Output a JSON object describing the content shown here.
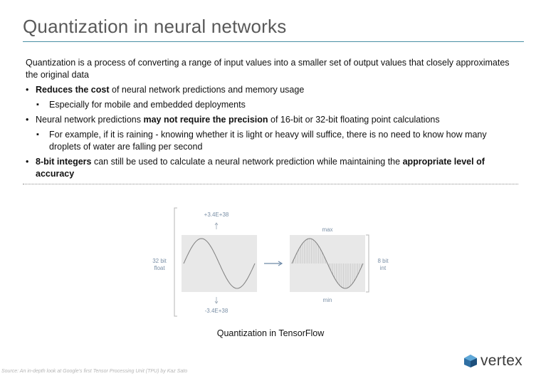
{
  "slide": {
    "title": "Quantization in neural networks",
    "intro": "Quantization is a process of converting a range of input values into a smaller set of output values that closely approximates the original data",
    "bullets": [
      {
        "bold": "Reduces the cost",
        "rest": " of neural network predictions and memory usage"
      },
      {
        "sub": "Especially for mobile and embedded deployments"
      },
      {
        "pre": "Neural network predictions ",
        "bold": "may not require the precision",
        "rest": " of 16-bit or 32-bit floating point calculations"
      },
      {
        "sub": "For example, if it is raining - knowing whether it is light or heavy will suffice, there is no need to know how many droplets of water are falling per second"
      },
      {
        "bold": "8-bit integers",
        "rest": " can still be used to calculate a neural network prediction while maintaining the ",
        "bold2": "appropriate level of accuracy"
      }
    ]
  },
  "figure": {
    "top_value": "+3.4E+38",
    "bottom_value": "-3.4E+38",
    "left_label": [
      "32 bit",
      "float"
    ],
    "max_label": "max",
    "min_label": "min",
    "right_label": [
      "8 bit",
      "int"
    ],
    "caption": "Quantization in TensorFlow"
  },
  "footer": {
    "source": "Source:  An in-depth look at Google's first Tensor Processing Unit (TPU) by Kaz Sato",
    "logo_text": "vertex",
    "logo_icon": "vertex-logo-icon"
  }
}
